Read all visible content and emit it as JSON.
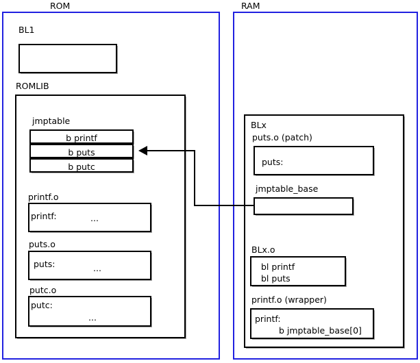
{
  "diagram": {
    "regions": [
      {
        "id": "rom",
        "label": "ROM"
      },
      {
        "id": "ram",
        "label": "RAM"
      }
    ],
    "rom": {
      "bl1": {
        "label": "BL1",
        "body": ""
      },
      "romlib": {
        "label": "ROMLIB",
        "jmptable": {
          "label": "jmptable",
          "entries": [
            {
              "text": "b printf"
            },
            {
              "text": "b puts"
            },
            {
              "text": "b putc"
            }
          ]
        },
        "objects": [
          {
            "label": "printf.o",
            "symbol": "printf:",
            "body": "..."
          },
          {
            "label": "puts.o",
            "symbol": "puts:",
            "body": "..."
          },
          {
            "label": "putc.o",
            "symbol": "putc:",
            "body": "..."
          }
        ]
      }
    },
    "ram": {
      "blx": {
        "label": "BLx",
        "patch": {
          "label": "puts.o (patch)",
          "symbol": "puts:"
        },
        "jmptable_base": {
          "label": "jmptable_base",
          "body": ""
        },
        "blx_o": {
          "label": "BLx.o",
          "line1": "bl printf",
          "line2": "bl puts"
        },
        "wrapper": {
          "label": "printf.o (wrapper)",
          "symbol": "printf:",
          "branch": "b jmptable_base[0]"
        }
      }
    },
    "connector": {
      "name": "jmptable-base-to-b-puts-arrow",
      "from": "jmptable_base",
      "to": "b puts"
    },
    "colors": {
      "region_border": "#2020e0",
      "box_border": "#000000",
      "text": "#000000",
      "background": "#ffffff"
    }
  }
}
